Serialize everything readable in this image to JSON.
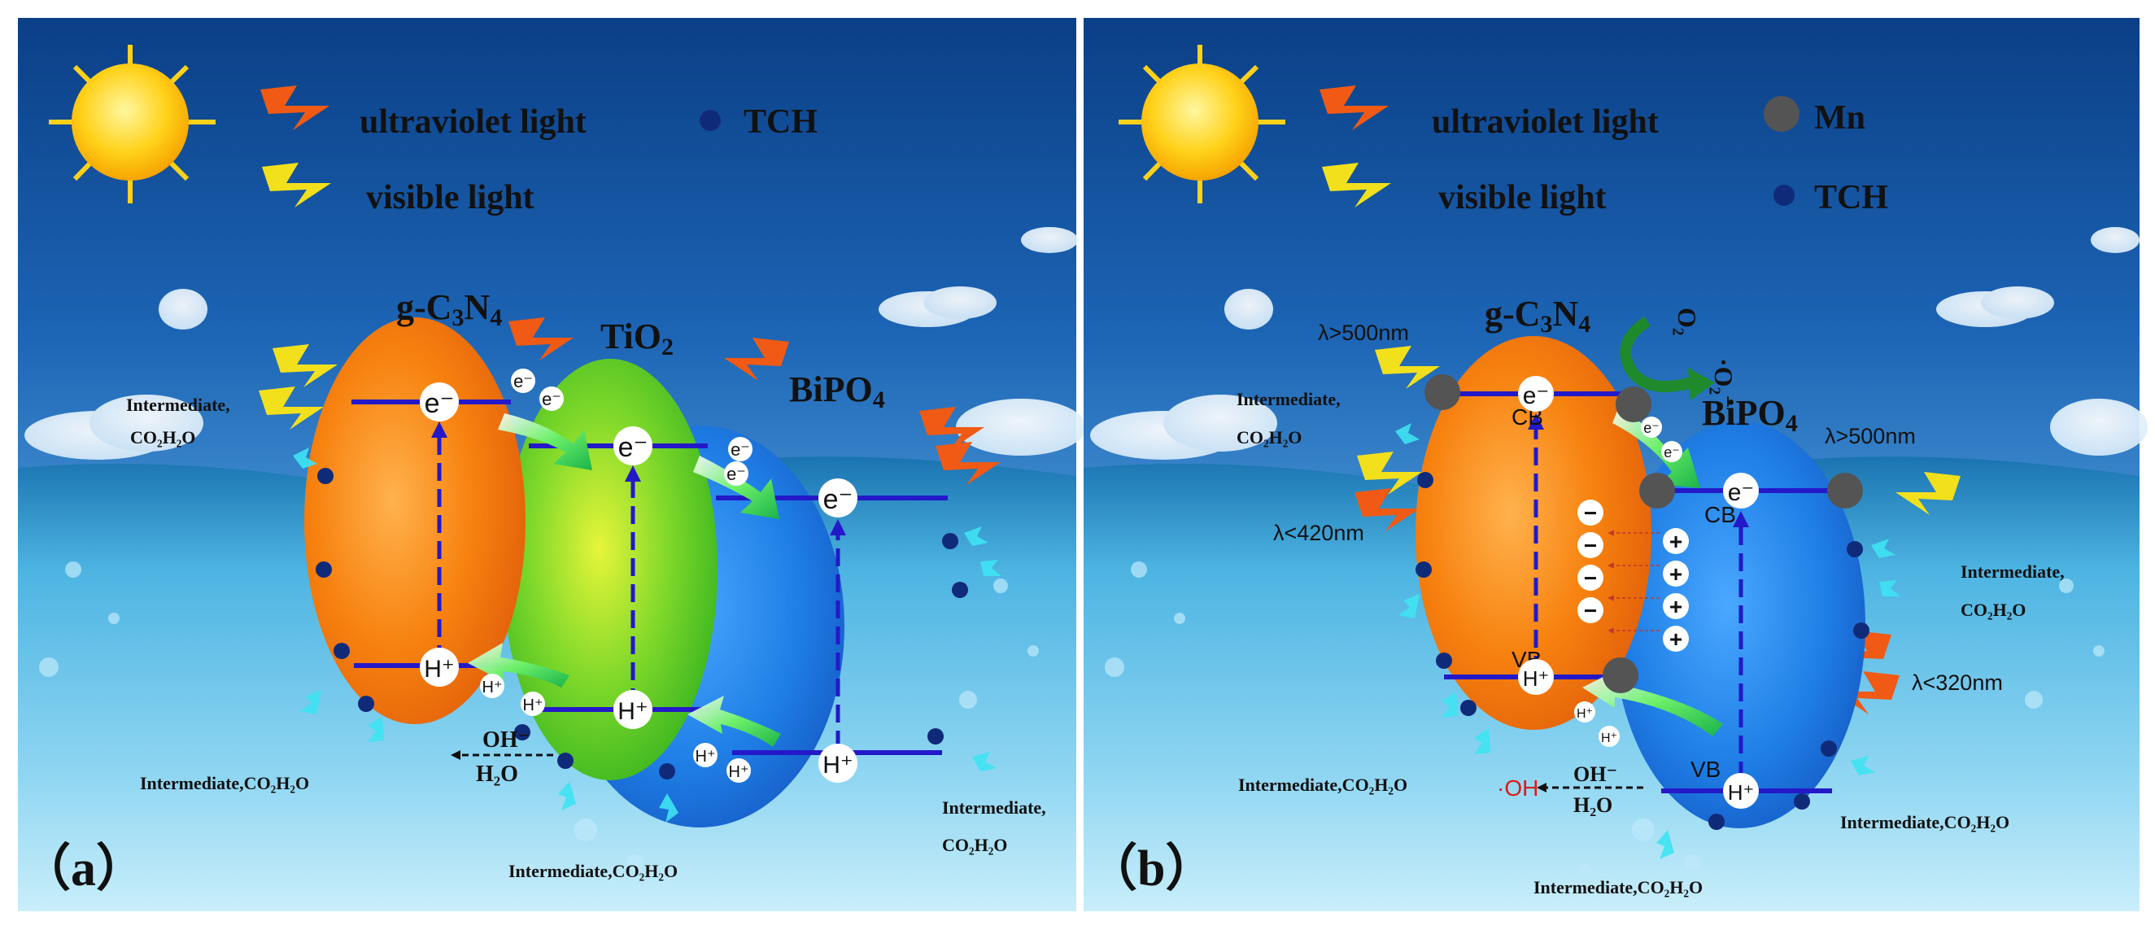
{
  "panels": [
    {
      "id": "a",
      "panel_label": "（a）",
      "legend": {
        "uv": "ultraviolet light",
        "vis": "visible light",
        "tch": "TCH"
      },
      "semiconductors": {
        "gcn_main": "g-C",
        "gcn_sub1": "3",
        "gcn_mid": "N",
        "gcn_sub2": "4",
        "tio2_main": "TiO",
        "tio2_sub": "2",
        "bipo4_main": "BiPO",
        "bipo4_sub": "4"
      },
      "carriers": {
        "electron": "e⁻",
        "hole": "H⁺"
      },
      "products": {
        "top_left_1": "Intermediate,",
        "top_left_2": "CO₂H₂O",
        "bottom_left": "Intermediate,CO₂H₂O",
        "bottom_center": "Intermediate,CO₂H₂O",
        "right_1": "Intermediate,",
        "right_2": "CO₂H₂O"
      },
      "reaction": {
        "oh_minus": "OH⁻",
        "h2o": "H₂O"
      }
    },
    {
      "id": "b",
      "panel_label": "（b）",
      "legend": {
        "uv": "ultraviolet light",
        "vis": "visible light",
        "mn": "Mn",
        "tch": "TCH"
      },
      "semiconductors": {
        "gcn_main": "g-C",
        "gcn_sub1": "3",
        "gcn_mid": "N",
        "gcn_sub2": "4",
        "bipo4_main": "BiPO",
        "bipo4_sub": "4"
      },
      "bands": {
        "cb": "CB",
        "vb": "VB"
      },
      "wavelengths": {
        "gcn_top": "λ>500nm",
        "gcn_mid": "λ<420nm",
        "bipo4_top": "λ>500nm",
        "bipo4_mid": "λ<320nm"
      },
      "species": {
        "o2": "O₂",
        "o2_radical": "·O₂⁻",
        "oh_radical": "·OH",
        "oh_minus": "OH⁻",
        "h2o": "H₂O"
      },
      "charges": {
        "minus": "−",
        "plus": "+"
      },
      "carriers": {
        "electron": "e⁻",
        "hole": "H⁺"
      },
      "products": {
        "top_left_1": "Intermediate,",
        "top_left_2": "CO₂H₂O",
        "bottom_left": "Intermediate,CO₂H₂O",
        "bottom_center": "Intermediate,CO₂H₂O",
        "right_top_1": "Intermediate,",
        "right_top_2": "CO₂H₂O",
        "right_bottom": "Intermediate,CO₂H₂O"
      }
    }
  ],
  "colors": {
    "sky_top": "#0b3f86",
    "sky_mid": "#2f7fcf",
    "sky_light": "#9fd0f2",
    "water_top": "#2b93c9",
    "water_bottom": "#cfeefa",
    "gcn": "#f47d12",
    "tio2": "#5fd12a",
    "bipo4": "#1f7fe6",
    "band_line": "#2419c8",
    "uv_bolt": "#f05a14",
    "vis_bolt": "#f2e01c",
    "tch_dot": "#102a7a",
    "mn_dot": "#545454",
    "radical_red": "#e01818"
  }
}
